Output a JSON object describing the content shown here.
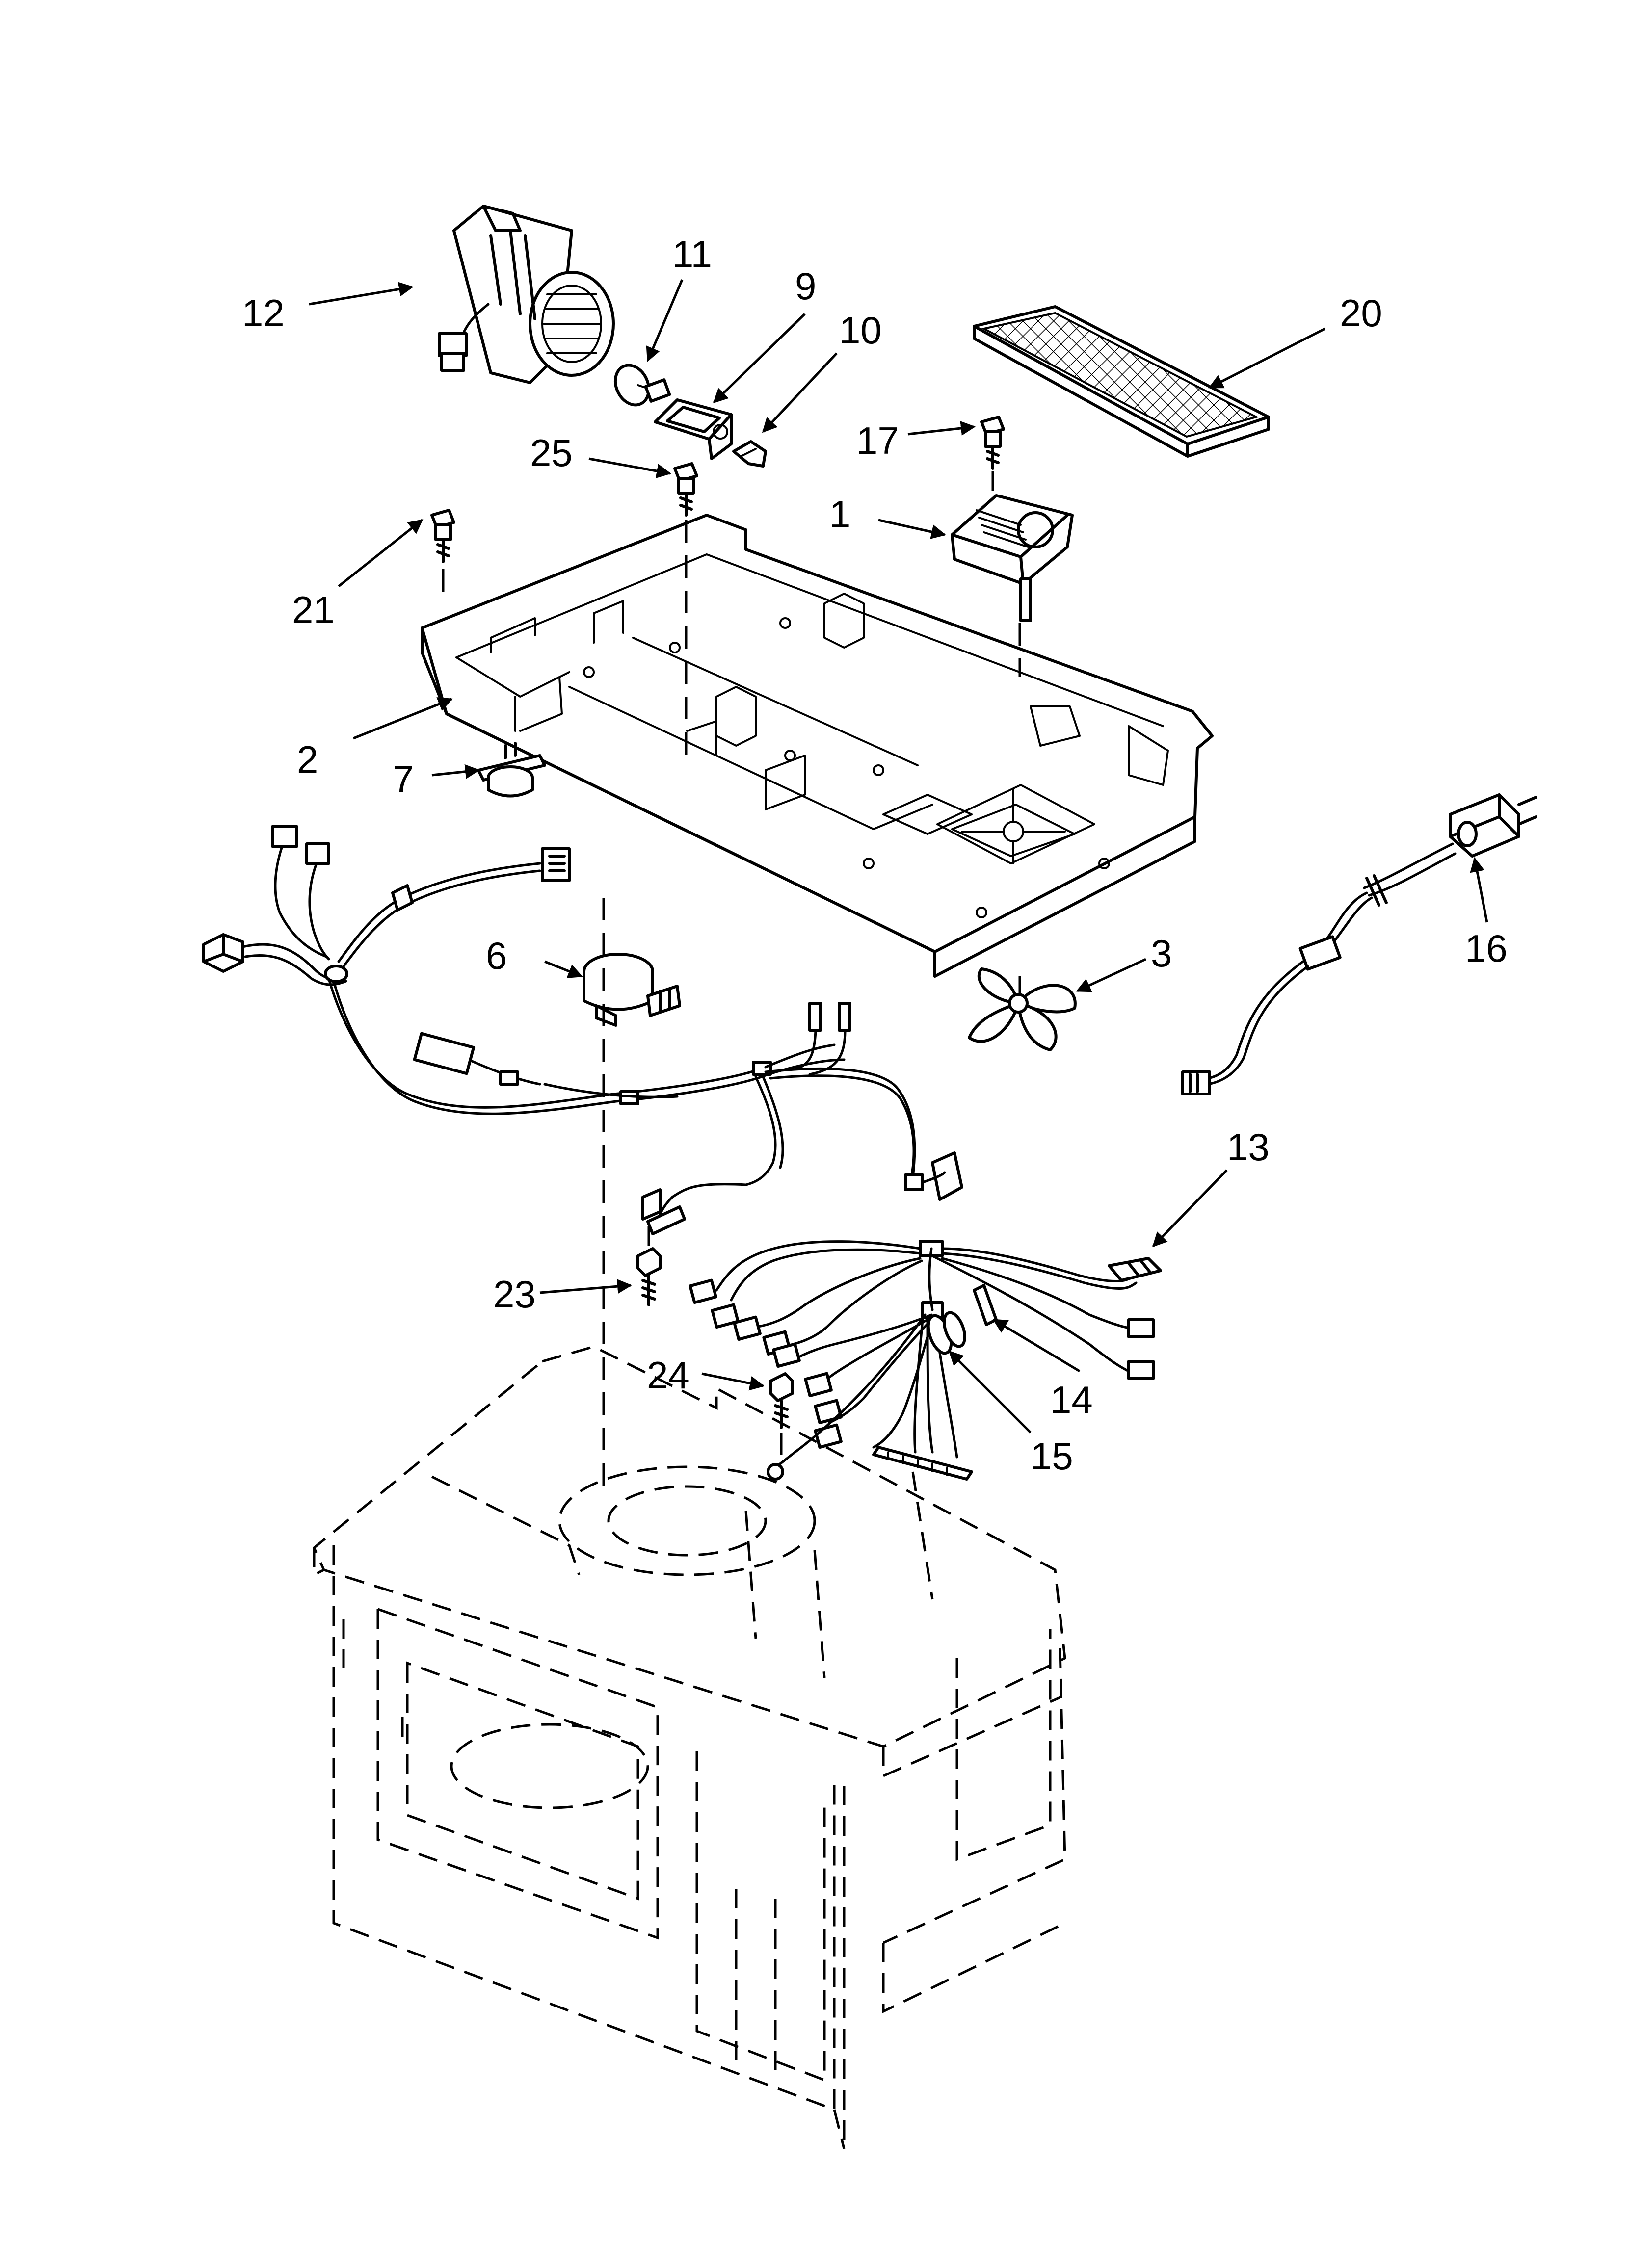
{
  "callouts": [
    {
      "id": "c12",
      "text": "12"
    },
    {
      "id": "c11",
      "text": "11"
    },
    {
      "id": "c9",
      "text": "9"
    },
    {
      "id": "c10",
      "text": "10"
    },
    {
      "id": "c20",
      "text": "20"
    },
    {
      "id": "c17",
      "text": "17"
    },
    {
      "id": "c25",
      "text": "25"
    },
    {
      "id": "c1",
      "text": "1"
    },
    {
      "id": "c21",
      "text": "21"
    },
    {
      "id": "c2",
      "text": "2"
    },
    {
      "id": "c7",
      "text": "7"
    },
    {
      "id": "c16",
      "text": "16"
    },
    {
      "id": "c6",
      "text": "6"
    },
    {
      "id": "c3",
      "text": "3"
    },
    {
      "id": "c13",
      "text": "13"
    },
    {
      "id": "c23",
      "text": "23"
    },
    {
      "id": "c24",
      "text": "24"
    },
    {
      "id": "c14",
      "text": "14"
    },
    {
      "id": "c15",
      "text": "15"
    }
  ]
}
